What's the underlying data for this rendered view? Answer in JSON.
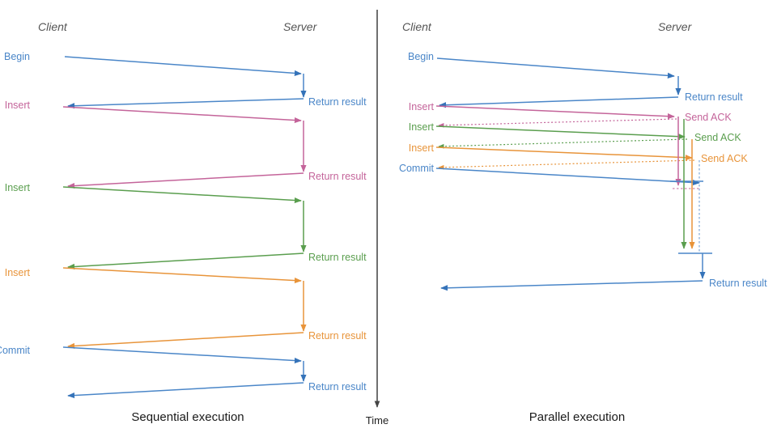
{
  "figure": {
    "title_left": "Sequential execution",
    "title_right": "Parallel execution",
    "time_axis_label": "Time",
    "lane_client": "Client",
    "lane_server": "Server"
  },
  "colors": {
    "blue": "#4a86c8",
    "blue_dark": "#3573b9",
    "pink": "#c4649a",
    "green": "#5a9e4e",
    "orange": "#e8943a",
    "divider": "#333333",
    "axis": "#444444",
    "lane_text": "#555555",
    "caption_text": "#1a1a1a"
  },
  "left_panel": {
    "name": "sequential-execution-diagram",
    "client_label": "Client",
    "server_label": "Server",
    "caption": "Sequential execution",
    "messages": [
      {
        "id": "begin",
        "label": "Begin",
        "color_key": "blue",
        "direction": "request",
        "label_side": "client"
      },
      {
        "id": "begin-return",
        "label": "Return result",
        "color_key": "blue",
        "direction": "response",
        "label_side": "server"
      },
      {
        "id": "insert-1",
        "label": "Insert",
        "color_key": "pink",
        "direction": "request",
        "label_side": "client"
      },
      {
        "id": "insert-1-return",
        "label": "Return result",
        "color_key": "pink",
        "direction": "response",
        "label_side": "server"
      },
      {
        "id": "insert-2",
        "label": "Insert",
        "color_key": "green",
        "direction": "request",
        "label_side": "client"
      },
      {
        "id": "insert-2-return",
        "label": "Return result",
        "color_key": "green",
        "direction": "response",
        "label_side": "server"
      },
      {
        "id": "insert-3",
        "label": "Insert",
        "color_key": "orange",
        "direction": "request",
        "label_side": "client"
      },
      {
        "id": "insert-3-return",
        "label": "Return result",
        "color_key": "orange",
        "direction": "response",
        "label_side": "server"
      },
      {
        "id": "commit",
        "label": "Commit",
        "color_key": "blue",
        "direction": "request",
        "label_side": "client"
      },
      {
        "id": "commit-return",
        "label": "Return result",
        "color_key": "blue",
        "direction": "response",
        "label_side": "server"
      }
    ]
  },
  "right_panel": {
    "name": "parallel-execution-diagram",
    "client_label": "Client",
    "server_label": "Server",
    "caption": "Parallel execution",
    "messages": [
      {
        "id": "begin",
        "label": "Begin",
        "color_key": "blue",
        "direction": "request",
        "label_side": "client"
      },
      {
        "id": "begin-return",
        "label": "Return result",
        "color_key": "blue",
        "direction": "response",
        "label_side": "server"
      },
      {
        "id": "insert-1",
        "label": "Insert",
        "color_key": "pink",
        "direction": "request",
        "label_side": "client"
      },
      {
        "id": "insert-1-ack",
        "label": "Send ACK",
        "color_key": "pink",
        "direction": "response",
        "label_side": "server",
        "style": "dotted"
      },
      {
        "id": "insert-2",
        "label": "Insert",
        "color_key": "green",
        "direction": "request",
        "label_side": "client"
      },
      {
        "id": "insert-2-ack",
        "label": "Send ACK",
        "color_key": "green",
        "direction": "response",
        "label_side": "server",
        "style": "dotted"
      },
      {
        "id": "insert-3",
        "label": "Insert",
        "color_key": "orange",
        "direction": "request",
        "label_side": "client"
      },
      {
        "id": "insert-3-ack",
        "label": "Send ACK",
        "color_key": "orange",
        "direction": "response",
        "label_side": "server",
        "style": "dotted"
      },
      {
        "id": "commit",
        "label": "Commit",
        "color_key": "blue",
        "direction": "request",
        "label_side": "client"
      },
      {
        "id": "commit-return",
        "label": "Return result",
        "color_key": "blue",
        "direction": "response",
        "label_side": "server"
      }
    ]
  },
  "labels": {
    "l_begin": "Begin",
    "l_insert": "Insert",
    "l_commit": "Commit",
    "l_return": "Return result",
    "l_ack": "Send ACK"
  }
}
